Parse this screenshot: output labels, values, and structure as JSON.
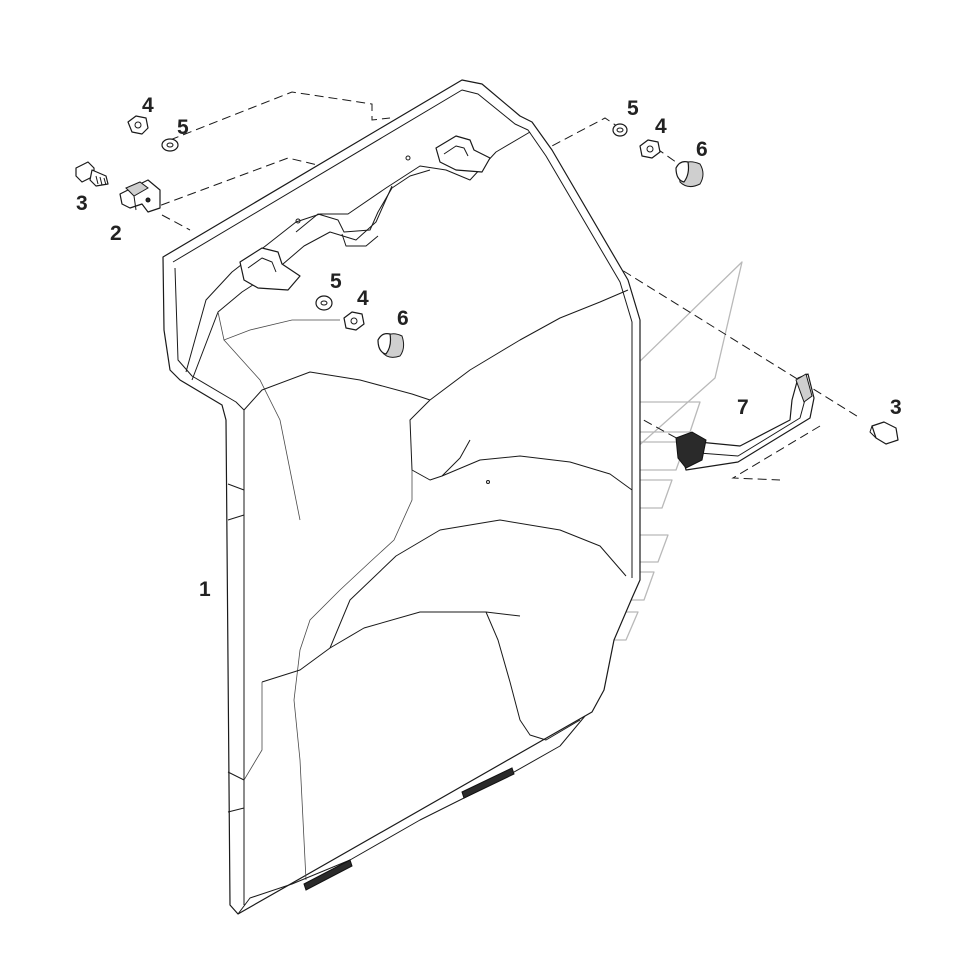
{
  "callouts": [
    {
      "id": "c1",
      "label": "1"
    },
    {
      "id": "c2",
      "label": "2"
    },
    {
      "id": "c3a",
      "label": "3"
    },
    {
      "id": "c3b",
      "label": "3"
    },
    {
      "id": "c4a",
      "label": "4"
    },
    {
      "id": "c4b",
      "label": "4"
    },
    {
      "id": "c4c",
      "label": "4"
    },
    {
      "id": "c5a",
      "label": "5"
    },
    {
      "id": "c5b",
      "label": "5"
    },
    {
      "id": "c5c",
      "label": "5"
    },
    {
      "id": "c6a",
      "label": "6"
    },
    {
      "id": "c6b",
      "label": "6"
    },
    {
      "id": "c7",
      "label": "7"
    }
  ]
}
